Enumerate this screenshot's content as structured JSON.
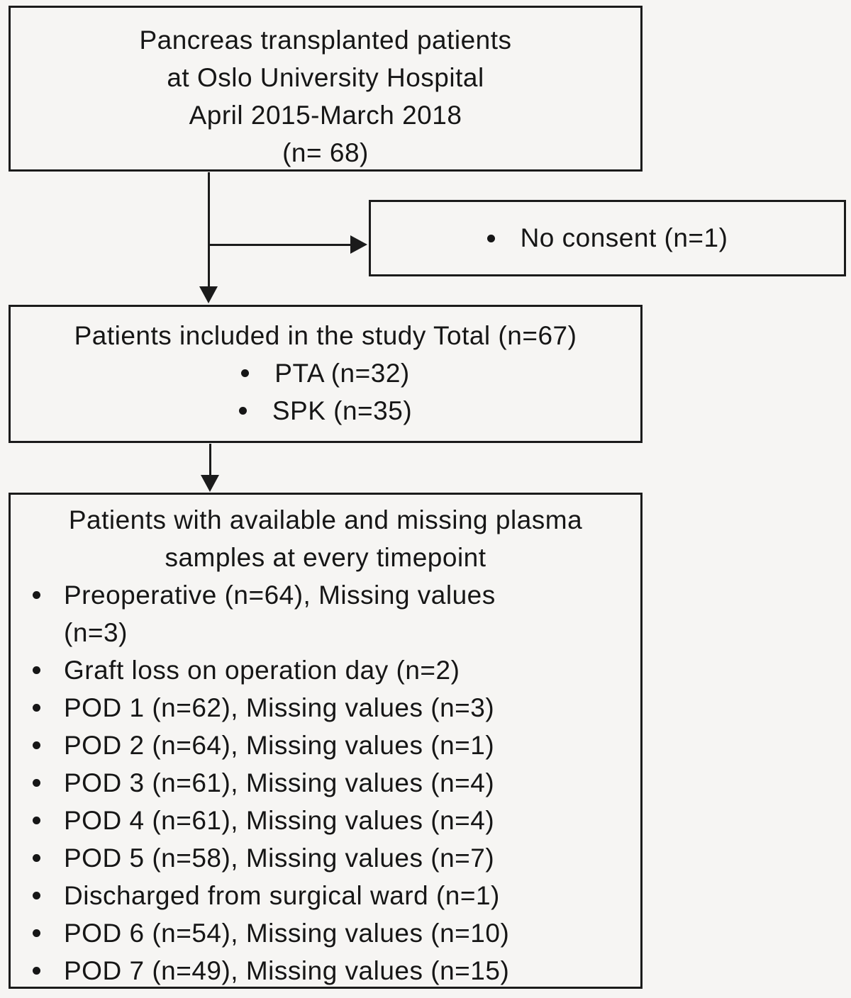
{
  "colors": {
    "background": "#f6f5f3",
    "ink": "#161616",
    "border": "#1b1b1b"
  },
  "boxes": {
    "source": {
      "lines": [
        "Pancreas transplanted patients",
        "at Oslo University Hospital",
        "April 2015-March 2018",
        "(n= 68)"
      ]
    },
    "excluded": {
      "items": [
        "No consent (n=1)"
      ]
    },
    "included": {
      "title": "Patients included in the study Total (n=67)",
      "items": [
        "PTA (n=32)",
        "SPK (n=35)"
      ]
    },
    "samples": {
      "title_lines": [
        "Patients with available and missing plasma",
        "samples at every timepoint"
      ],
      "items": [
        "Preoperative (n=64), Missing values (n=3)",
        "Graft loss on operation day (n=2)",
        "POD 1 (n=62), Missing values (n=3)",
        "POD 2 (n=64), Missing values (n=1)",
        "POD 3 (n=61), Missing values (n=4)",
        "POD 4 (n=61), Missing values (n=4)",
        "POD 5 (n=58), Missing values (n=7)",
        "Discharged from surgical ward (n=1)",
        "POD 6 (n=54), Missing values (n=10)",
        "POD 7 (n=49), Missing values (n=15)"
      ]
    }
  }
}
